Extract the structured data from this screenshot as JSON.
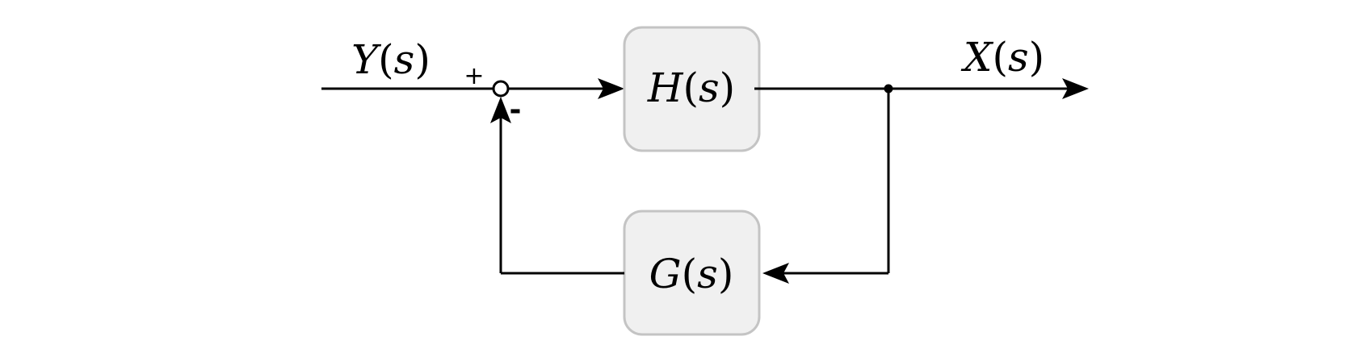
{
  "diagram": {
    "blocks": {
      "forward": {
        "func": "H",
        "arg": "s"
      },
      "feedback": {
        "func": "G",
        "arg": "s"
      }
    },
    "signals": {
      "input": {
        "func": "Y",
        "arg": "s"
      },
      "output": {
        "func": "X",
        "arg": "s"
      }
    },
    "summing_junction": {
      "plus_sign": "+",
      "minus_sign": "-"
    },
    "colors": {
      "block_fill": "#f0f0f0",
      "block_border": "#c4c4c4",
      "line": "#000000"
    }
  }
}
